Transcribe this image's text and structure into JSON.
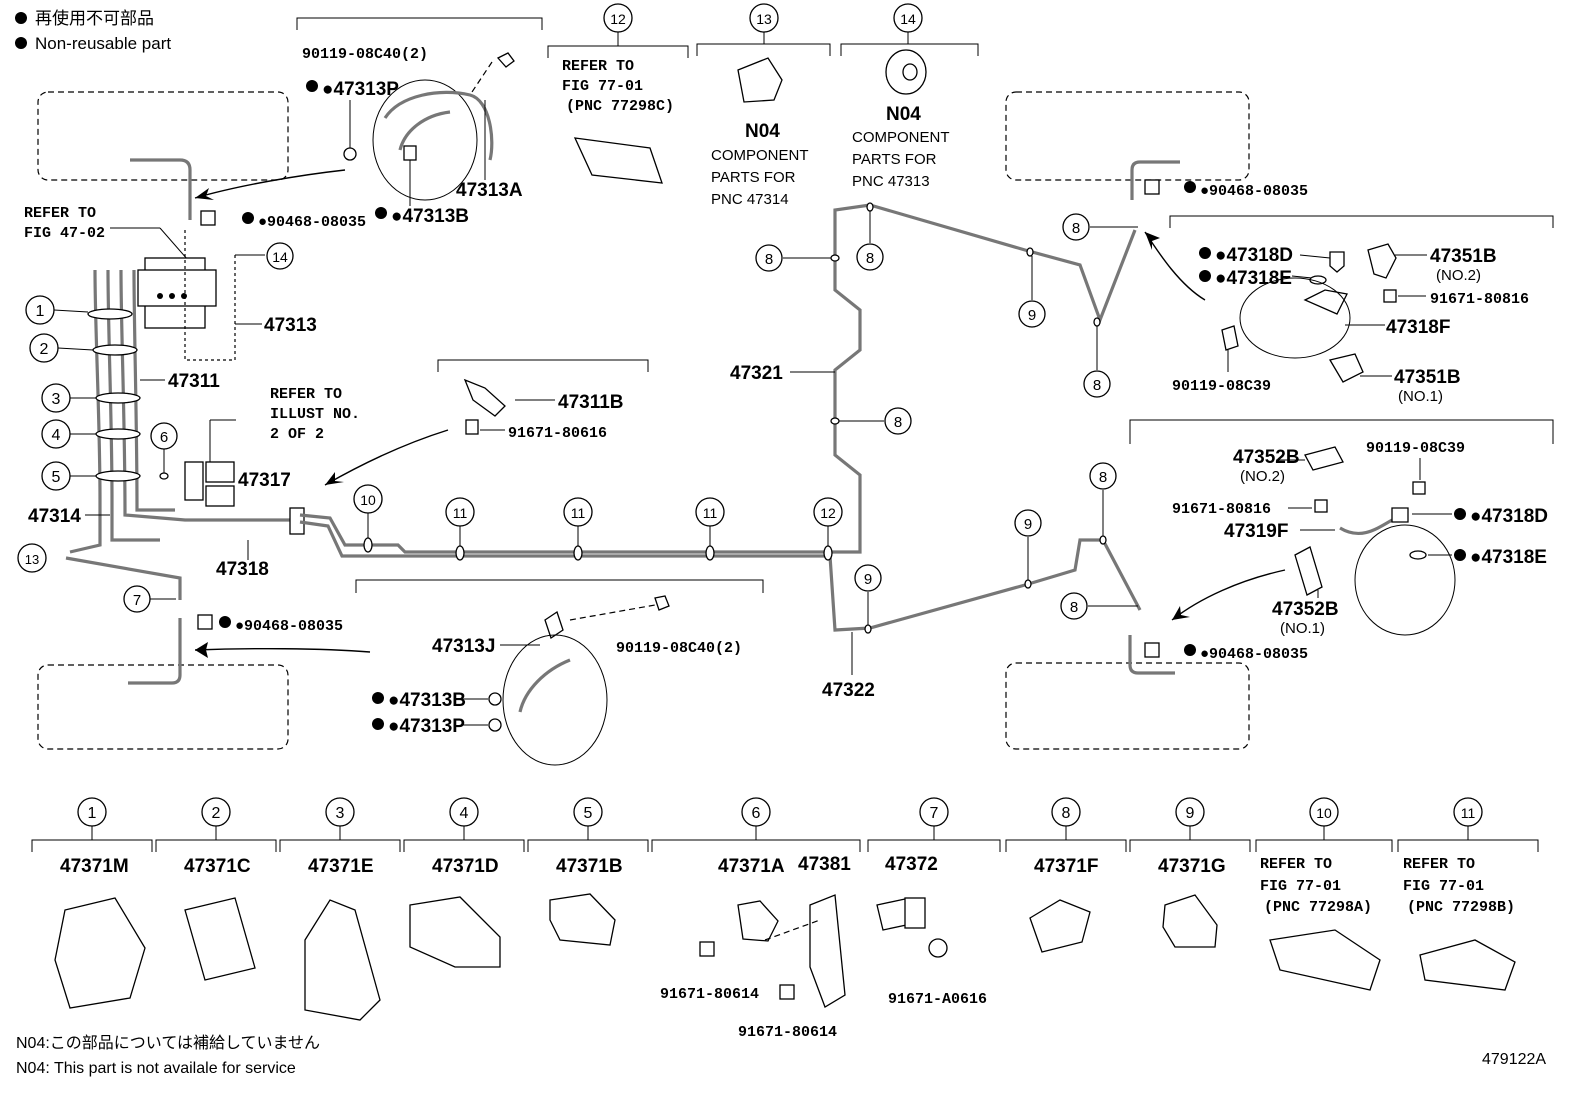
{
  "legend": {
    "jp": "再使用不可部品",
    "en": "Non-reusable part"
  },
  "footnotes": {
    "jp": "N04:この部品については補給していません",
    "en": "N04: This part is not availale for service"
  },
  "figure_id": "479122A",
  "callouts": {
    "c1": "1",
    "c2": "2",
    "c3": "3",
    "c4": "4",
    "c5": "5",
    "c6": "6",
    "c7": "7",
    "c8": "8",
    "c9": "9",
    "c10": "10",
    "c11": "11",
    "c12": "12",
    "c13": "13",
    "c14": "14"
  },
  "parts": {
    "p90119_08C40_top": "90119-08C40(2)",
    "p47313P_top": "●47313P",
    "p47313A": "47313A",
    "p47313B_top": "●47313B",
    "p90468_tl": "●90468-08035",
    "refer4702_1": "REFER TO",
    "refer4702_2": "FIG 47-02",
    "p47313": "47313",
    "p47311": "47311",
    "refer_illust_1": "REFER TO",
    "refer_illust_2": "ILLUST NO.",
    "refer_illust_3": "2 OF 2",
    "p47311B": "47311B",
    "p91671_80616": "91671-80616",
    "p47317": "47317",
    "p47314": "47314",
    "p47318": "47318",
    "p90468_bl": "●90468-08035",
    "p47313J": "47313J",
    "p90119_08C40_bot": "90119-08C40(2)",
    "p47313B_bot": "●47313B",
    "p47313P_bot": "●47313P",
    "refer77_12_1": "REFER TO",
    "refer77_12_2": "FIG 77-01",
    "refer77_12_3": "(PNC 77298C)",
    "n04_13": "N04",
    "n04_13_t1": "COMPONENT",
    "n04_13_t2": "PARTS FOR",
    "n04_13_t3": "PNC 47314",
    "n04_14": "N04",
    "n04_14_t1": "COMPONENT",
    "n04_14_t2": "PARTS FOR",
    "n04_14_t3": "PNC 47313",
    "p47321": "47321",
    "p47322": "47322",
    "p90468_tr": "●90468-08035",
    "p47318D_tr": "●47318D",
    "p47318E_tr": "●47318E",
    "p47351B_2": "47351B",
    "p47351B_2n": "(NO.2)",
    "p91671_80816_tr": "91671-80816",
    "p47318F": "47318F",
    "p90119_08C39_tr": "90119-08C39",
    "p47351B_1": "47351B",
    "p47351B_1n": "(NO.1)",
    "p47352B_2": "47352B",
    "p47352B_2n": "(NO.2)",
    "p90119_08C39_br": "90119-08C39",
    "p91671_80816_br": "91671-80816",
    "p47318D_br": "●47318D",
    "p47319F": "47319F",
    "p47318E_br": "●47318E",
    "p47352B_1": "47352B",
    "p47352B_1n": "(NO.1)",
    "p90468_br": "●90468-08035"
  },
  "bottom_parts": [
    {
      "num": "1",
      "label": "47371M"
    },
    {
      "num": "2",
      "label": "47371C"
    },
    {
      "num": "3",
      "label": "47371E"
    },
    {
      "num": "4",
      "label": "47371D"
    },
    {
      "num": "5",
      "label": "47371B"
    },
    {
      "num": "6",
      "label": "47371A",
      "label2": "47381",
      "sub1": "91671-80614",
      "sub2": "91671-80614"
    },
    {
      "num": "7",
      "label": "47372",
      "sub1": "91671-A0616"
    },
    {
      "num": "8",
      "label": "47371F"
    },
    {
      "num": "9",
      "label": "47371G"
    },
    {
      "num": "10",
      "label": "REFER TO",
      "label2": "FIG 77-01",
      "label3": "(PNC 77298A)"
    },
    {
      "num": "11",
      "label": "REFER TO",
      "label2": "FIG 77-01",
      "label3": "(PNC 77298B)"
    }
  ],
  "icons": [
    "bullet-icon",
    "clip-icon",
    "bracket-icon",
    "bolt-icon",
    "grommet-icon",
    "hose-icon"
  ]
}
